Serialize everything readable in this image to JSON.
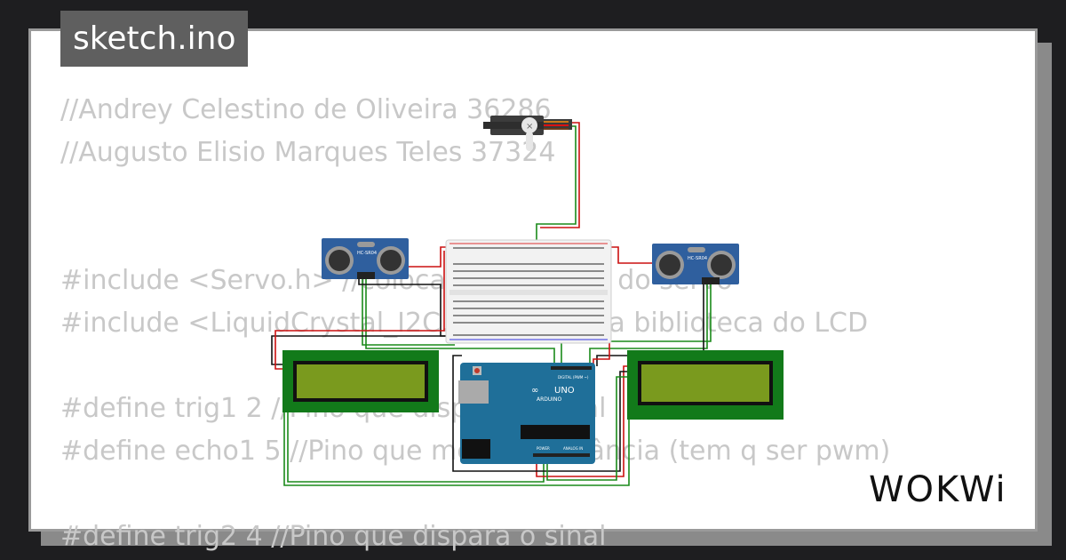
{
  "title": "sketch.ino",
  "code_lines": [
    "//Andrey Celestino de Oliveira 36286",
    "//Augusto Elisio Marques Teles 37324",
    "",
    "",
    "#include <Servo.h> //coloca a biblioteca do servo",
    "#include <LiquidCrystal_I2C.h> //coloca a biblioteca do LCD",
    "",
    "#define trig1 2 //Pino que dispara o sinal",
    "#define echo1 5 //Pino que mede a distância (tem q ser pwm)",
    "",
    "#define trig2 4 //Pino que dispara o sinal"
  ],
  "board": {
    "label": "UNO",
    "sublabel": "ARDUINO",
    "digital_label": "DIGITAL (PWM ~)",
    "analog_label": "ANALOG IN",
    "power_label": "POWER"
  },
  "sensor": {
    "label": "HC-SR04"
  },
  "brand": "WOKWi"
}
